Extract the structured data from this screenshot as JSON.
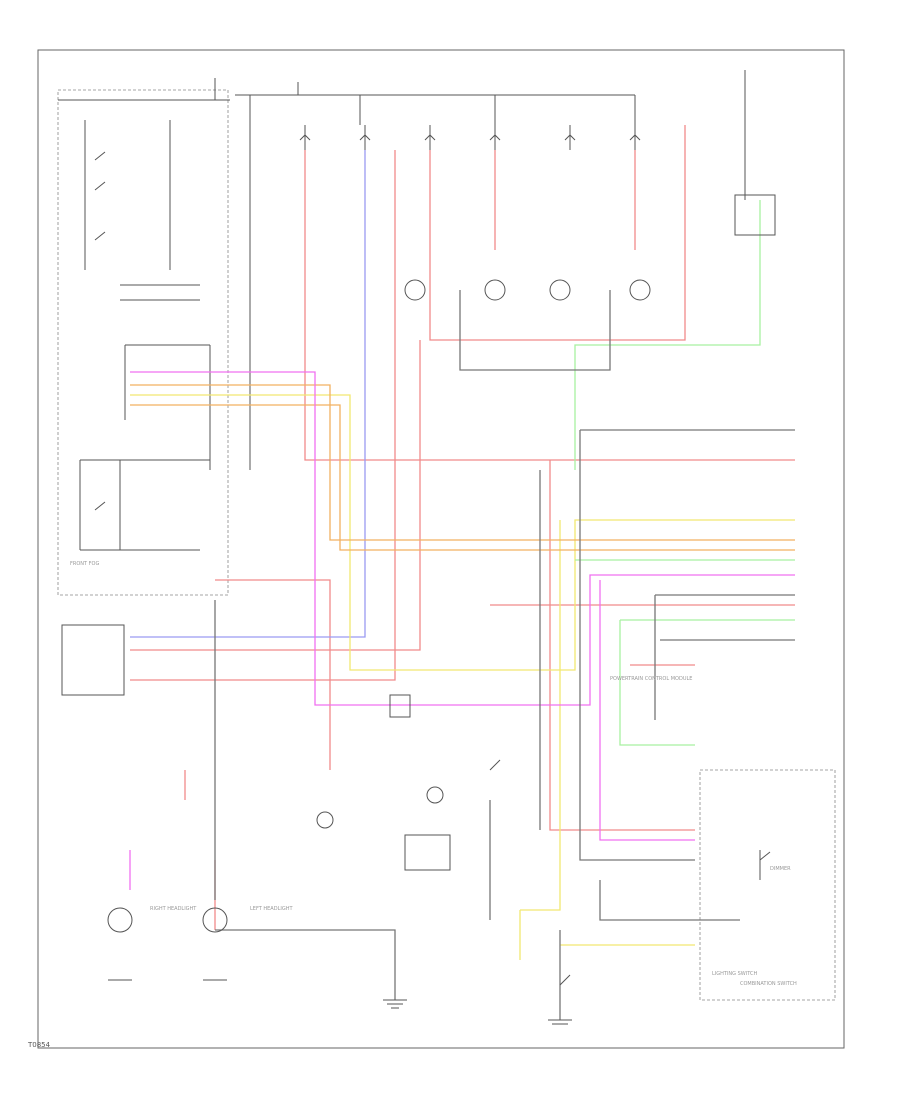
{
  "diagram": {
    "figure_code": "T0854",
    "colors": {
      "black": "#555555",
      "red": "#f08a8a",
      "blue": "#9a9af2",
      "yellow": "#f2e870",
      "orange": "#f2b060",
      "pink": "#f070f0",
      "green": "#a8f0a0",
      "gray": "#999999"
    },
    "labels": {
      "fog_switch": "FRONT FOG",
      "combination_switch": "COMBINATION SWITCH",
      "right_headlight": "RIGHT HEADLIGHT",
      "left_headlight": "LEFT HEADLIGHT",
      "dimmer": "DIMMER",
      "lighting_switch": "LIGHTING SWITCH",
      "pcm": "POWERTRAIN CONTROL MODULE"
    }
  }
}
